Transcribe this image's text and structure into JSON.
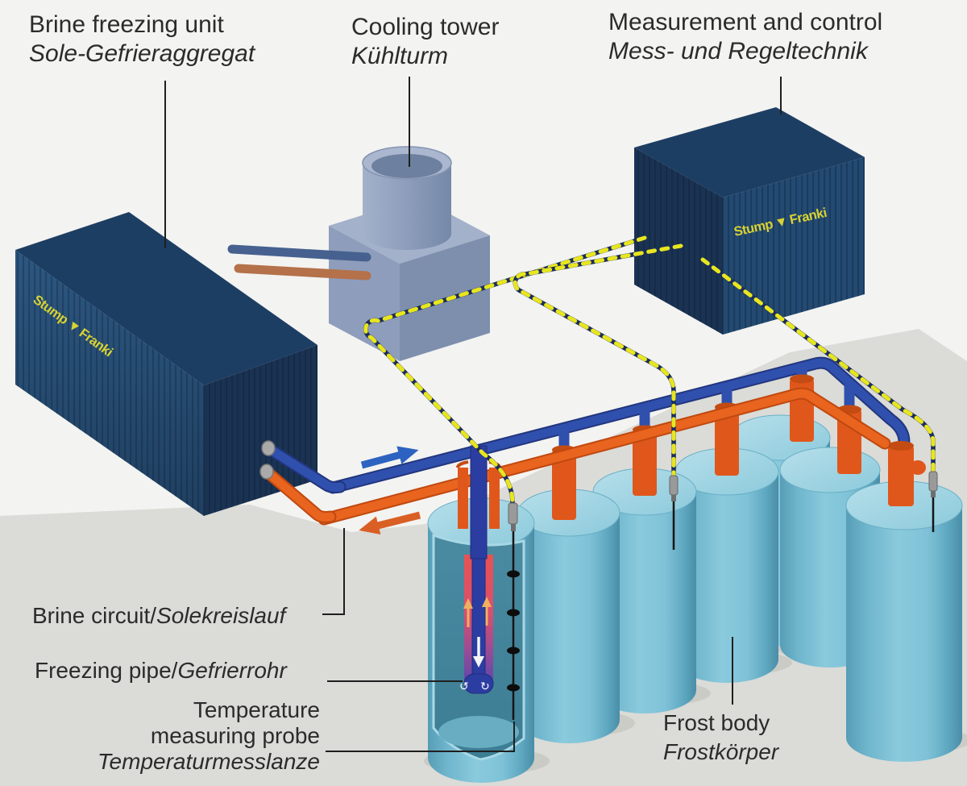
{
  "labels": {
    "brine_unit_en": "Brine freezing unit",
    "brine_unit_de": "Sole-Gefrieraggregat",
    "cooling_en": "Cooling tower",
    "cooling_de": "Kühlturm",
    "mc_en": "Measurement and control",
    "mc_de": "Mess- und Regeltechnik",
    "brine_circuit_en": "Brine circuit/",
    "brine_circuit_de": "Solekreislauf",
    "freezing_en": "Freezing pipe/",
    "freezing_de": "Gefrierrohr",
    "temp_en_line1": "Temperature",
    "temp_en_line2": "measuring probe",
    "temp_de": "Temperaturmesslanze",
    "frost_en": "Frost body",
    "frost_de": "Frostkörper"
  },
  "logo": {
    "stump": "Stump",
    "symbol": "▼",
    "franki": "Franki"
  },
  "flow_arrows": {
    "supply_direction": "to frost bodies",
    "return_direction": "to brine freezing unit"
  },
  "colors": {
    "background": "#f3f3f1",
    "ground": "#dbdbd7",
    "container_top": "#1d3e63",
    "container_front": "#27507a",
    "container_side": "#1a3353",
    "logo_yellow": "#d8d232",
    "frost_body": "#7fc2d7",
    "supply_pipe_blue": "#3050ae",
    "return_pipe_orange": "#e8641f",
    "cable_navy": "#1b2d5c",
    "cable_yellow": "#e8e61e",
    "cooling_tower": "#8e9dbb",
    "probe_black": "#151515"
  }
}
